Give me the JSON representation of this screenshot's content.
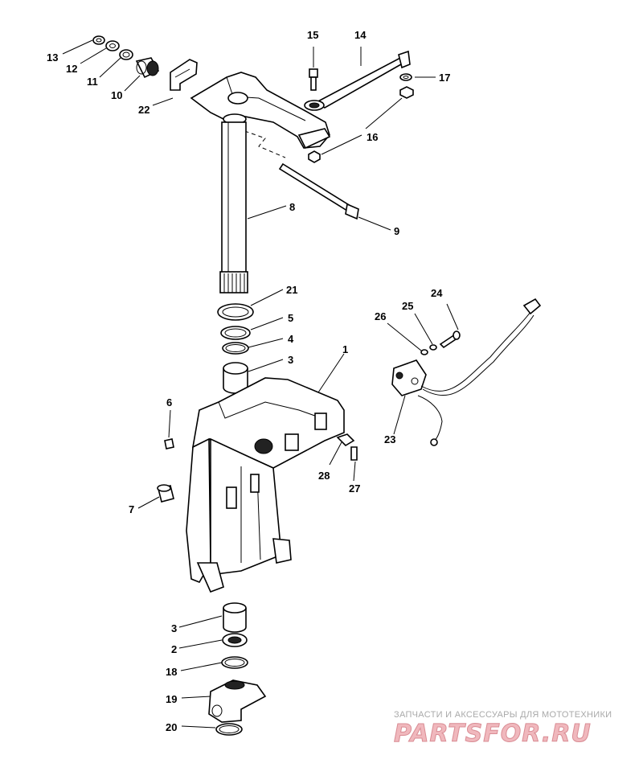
{
  "callouts": [
    {
      "id": "13",
      "label": "13"
    },
    {
      "id": "12",
      "label": "12"
    },
    {
      "id": "11",
      "label": "11"
    },
    {
      "id": "10",
      "label": "10"
    },
    {
      "id": "22",
      "label": "22"
    },
    {
      "id": "15",
      "label": "15"
    },
    {
      "id": "14",
      "label": "14"
    },
    {
      "id": "17",
      "label": "17"
    },
    {
      "id": "16",
      "label": "16"
    },
    {
      "id": "8",
      "label": "8"
    },
    {
      "id": "9",
      "label": "9"
    },
    {
      "id": "21",
      "label": "21"
    },
    {
      "id": "5",
      "label": "5"
    },
    {
      "id": "4",
      "label": "4"
    },
    {
      "id": "3a",
      "label": "3"
    },
    {
      "id": "1",
      "label": "1"
    },
    {
      "id": "24",
      "label": "24"
    },
    {
      "id": "25",
      "label": "25"
    },
    {
      "id": "26",
      "label": "26"
    },
    {
      "id": "23",
      "label": "23"
    },
    {
      "id": "6",
      "label": "6"
    },
    {
      "id": "28",
      "label": "28"
    },
    {
      "id": "27",
      "label": "27"
    },
    {
      "id": "7",
      "label": "7"
    },
    {
      "id": "3b",
      "label": "3"
    },
    {
      "id": "2",
      "label": "2"
    },
    {
      "id": "18",
      "label": "18"
    },
    {
      "id": "19",
      "label": "19"
    },
    {
      "id": "20",
      "label": "20"
    }
  ],
  "watermark": {
    "tagline": "ЗАПЧАСТИ И АКСЕССУАРЫ ДЛЯ МОТОТЕХНИКИ",
    "logo": "PARTSFOR.RU"
  }
}
